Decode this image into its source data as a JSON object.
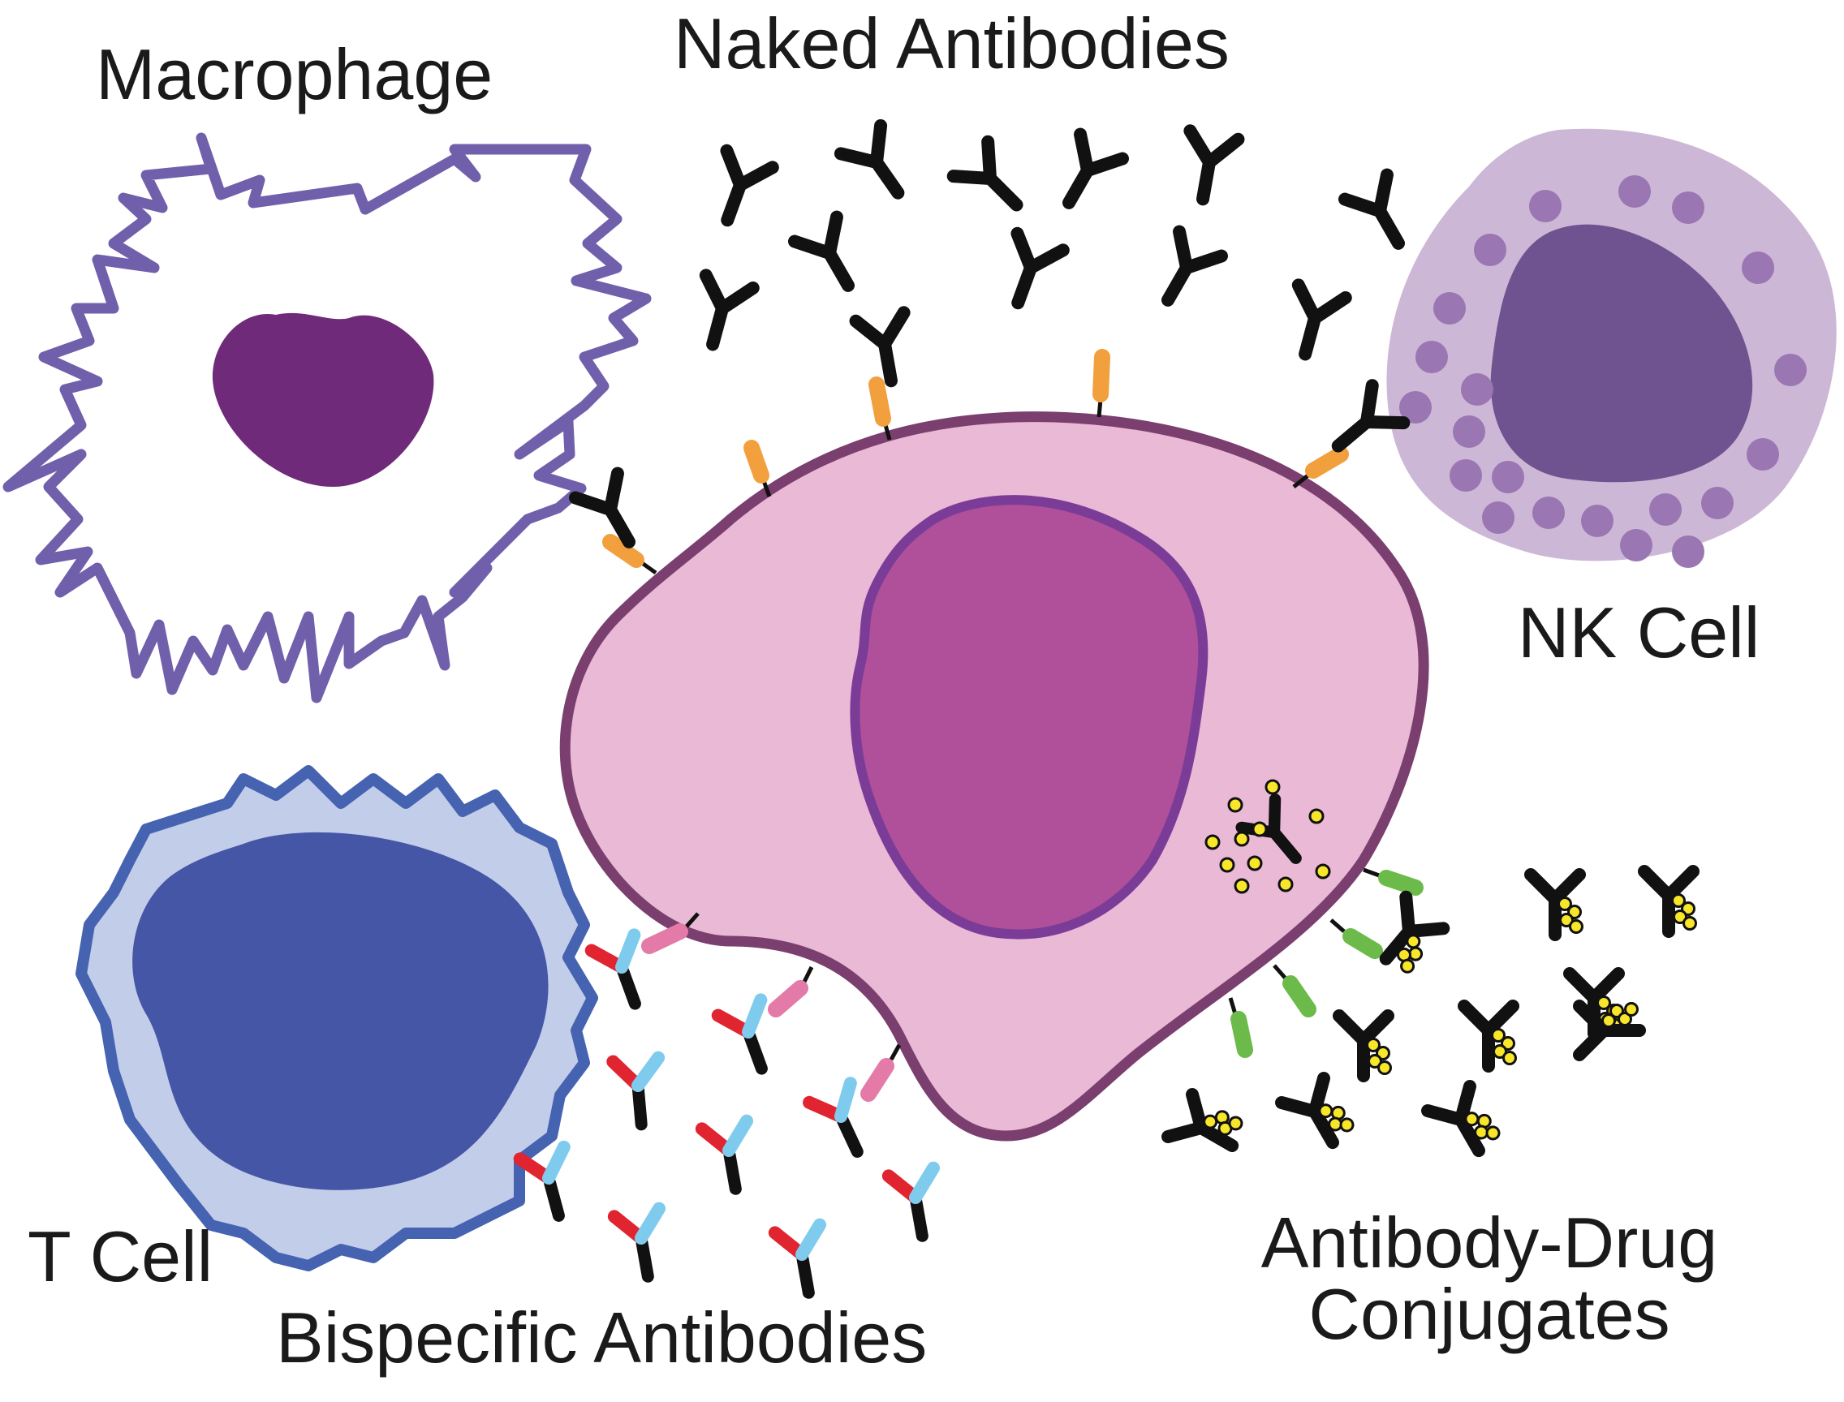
{
  "labels": {
    "macrophage": "Macrophage",
    "naked_antibodies": "Naked Antibodies",
    "nk_cell": "NK Cell",
    "t_cell": "T Cell",
    "bispecific_antibodies": "Bispecific Antibodies",
    "adc_line1": "Antibody-Drug",
    "adc_line2": "Conjugates"
  },
  "colors": {
    "tumor_cell_fill": "#e9b9d6",
    "tumor_cell_outline": "#7a3f6e",
    "tumor_nucleus_fill": "#b0509a",
    "tumor_nucleus_outline": "#7b3c98",
    "macrophage_outline": "#7060ac",
    "macrophage_nucleus": "#6f2a7a",
    "nk_cytoplasm": "#cdb7d6",
    "nk_nucleus": "#6e5390",
    "nk_granule": "#9a76b2",
    "t_cell_outline": "#4563b0",
    "t_cell_cytoplasm": "#c2cde9",
    "t_cell_nucleus": "#4656a6",
    "antibody": "#111111",
    "antigen_orange": "#f2a03d",
    "antigen_pink": "#e47aa7",
    "antigen_green": "#6cbb4a",
    "bispecific_red": "#e02430",
    "bispecific_blue": "#7fcbee",
    "drug_payload": "#f7e62a"
  }
}
